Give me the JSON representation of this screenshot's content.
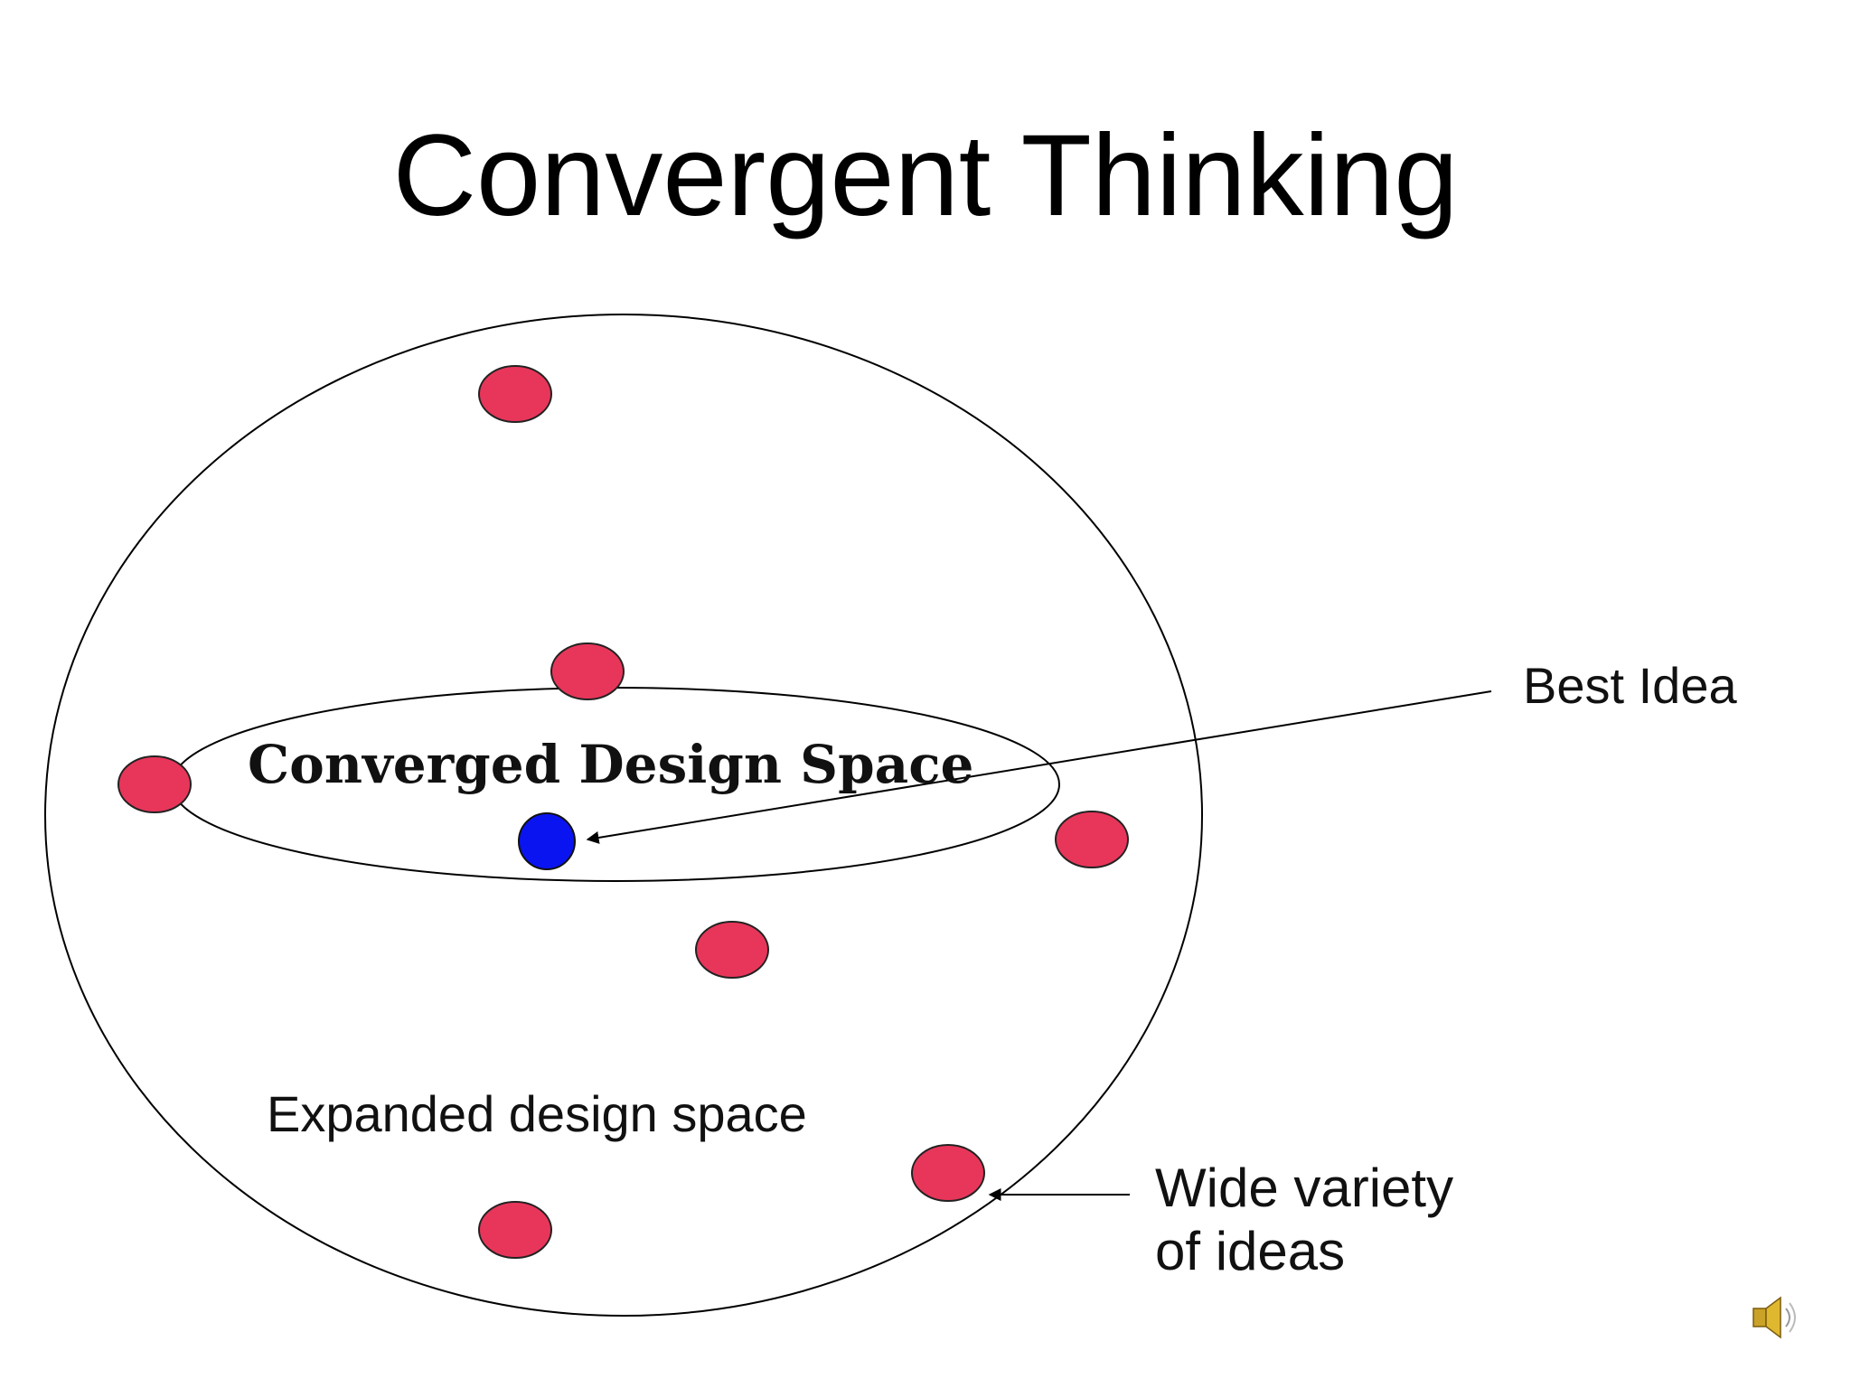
{
  "slide": {
    "title": "Convergent Thinking"
  },
  "diagram": {
    "converged_label": "Converged Design Space",
    "expanded_label": "Expanded design space",
    "best_idea_label": "Best Idea",
    "wide_variety_line1": "Wide variety",
    "wide_variety_line2": "of ideas",
    "colors": {
      "idea_dot": "#e8365a",
      "best_idea_dot": "#0a14f0",
      "outline": "#000000"
    }
  },
  "icons": {
    "speaker": "speaker-icon"
  }
}
